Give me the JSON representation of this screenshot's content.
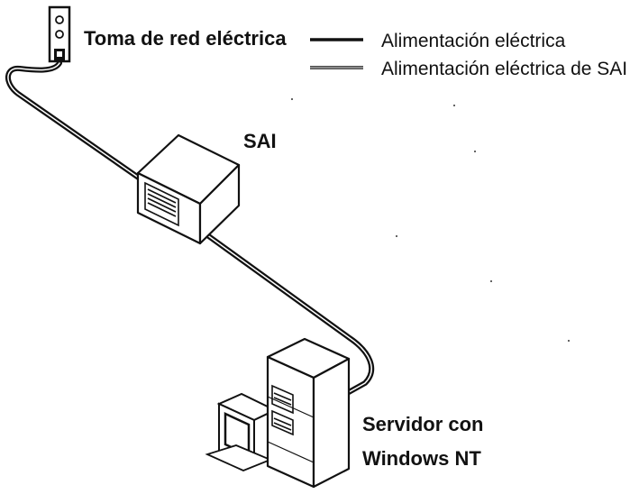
{
  "diagram": {
    "labels": {
      "outlet": "Toma de red eléctrica",
      "ups": "SAI",
      "server_line1": "Servidor con",
      "server_line2": "Windows NT"
    },
    "legend": {
      "mains_power": "Alimentación eléctrica",
      "ups_power": "Alimentación eléctrica de SAI"
    },
    "colors": {
      "ink": "#111111",
      "background": "#ffffff"
    },
    "icons": {
      "outlet": "wall-outlet-icon",
      "ups": "ups-box-icon",
      "server": "tower-server-icon",
      "monitor": "monitor-icon"
    }
  }
}
